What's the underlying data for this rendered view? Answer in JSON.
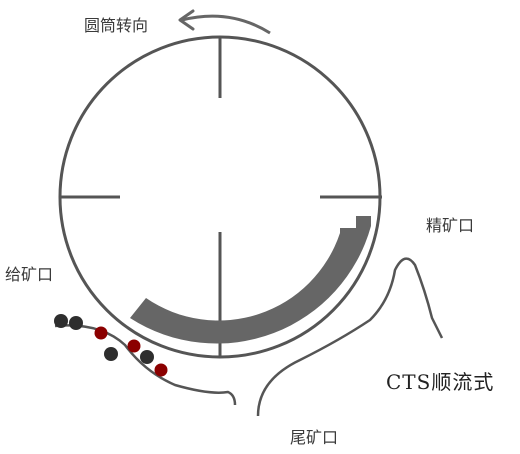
{
  "labels": {
    "rotation_direction": "圆筒转向",
    "concentrate_outlet": "精矿口",
    "feed_inlet": "给矿口",
    "tailings_outlet": "尾矿口",
    "type_caption": "CTS顺流式"
  },
  "colors": {
    "drum_stroke": "#555555",
    "magnet_arc": "#666666",
    "magnetic_particle": "#8b0000",
    "nonmagnetic_particle": "#2e2e2e",
    "tank_line": "#555555"
  },
  "icons": {
    "rotation_arrow": "counterclockwise-arrow-icon"
  }
}
